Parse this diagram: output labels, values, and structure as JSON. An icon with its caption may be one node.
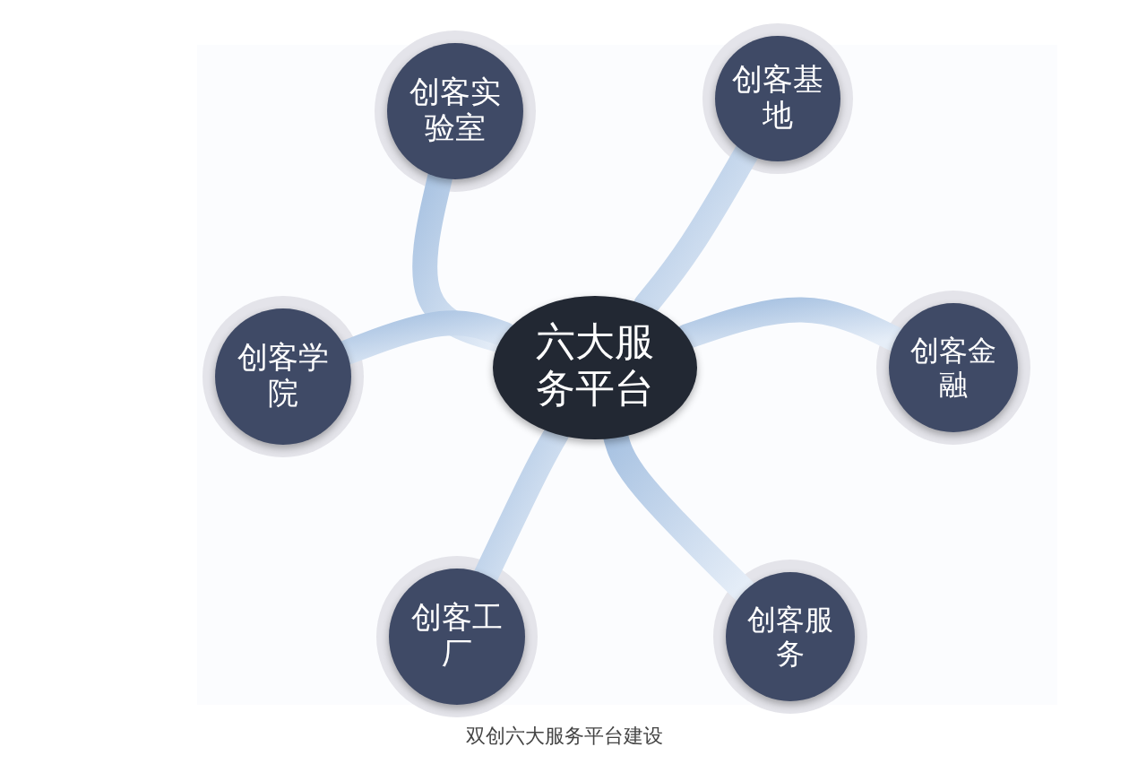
{
  "diagram": {
    "caption": "双创六大服务平台建设",
    "nodes": [
      {
        "text": [
          "六大服务平台"
        ]
      },
      {
        "text": [
          "创客实验室"
        ]
      },
      {
        "text": [
          "创客基地"
        ]
      },
      {
        "text": [
          "创客金融"
        ]
      },
      {
        "text": [
          "创客学院"
        ]
      },
      {
        "text": [
          "创客工厂"
        ]
      },
      {
        "text": [
          "创客服务"
        ]
      }
    ],
    "edges": [
      {
        "from": 1,
        "to": 0,
        "arrow": "none"
      },
      {
        "from": 2,
        "to": 0,
        "arrow": "none"
      },
      {
        "from": 3,
        "to": 0,
        "arrow": "none"
      },
      {
        "from": 4,
        "to": 0,
        "arrow": "none"
      },
      {
        "from": 5,
        "to": 0,
        "arrow": "none"
      },
      {
        "from": 6,
        "to": 0,
        "arrow": "none"
      }
    ]
  }
}
